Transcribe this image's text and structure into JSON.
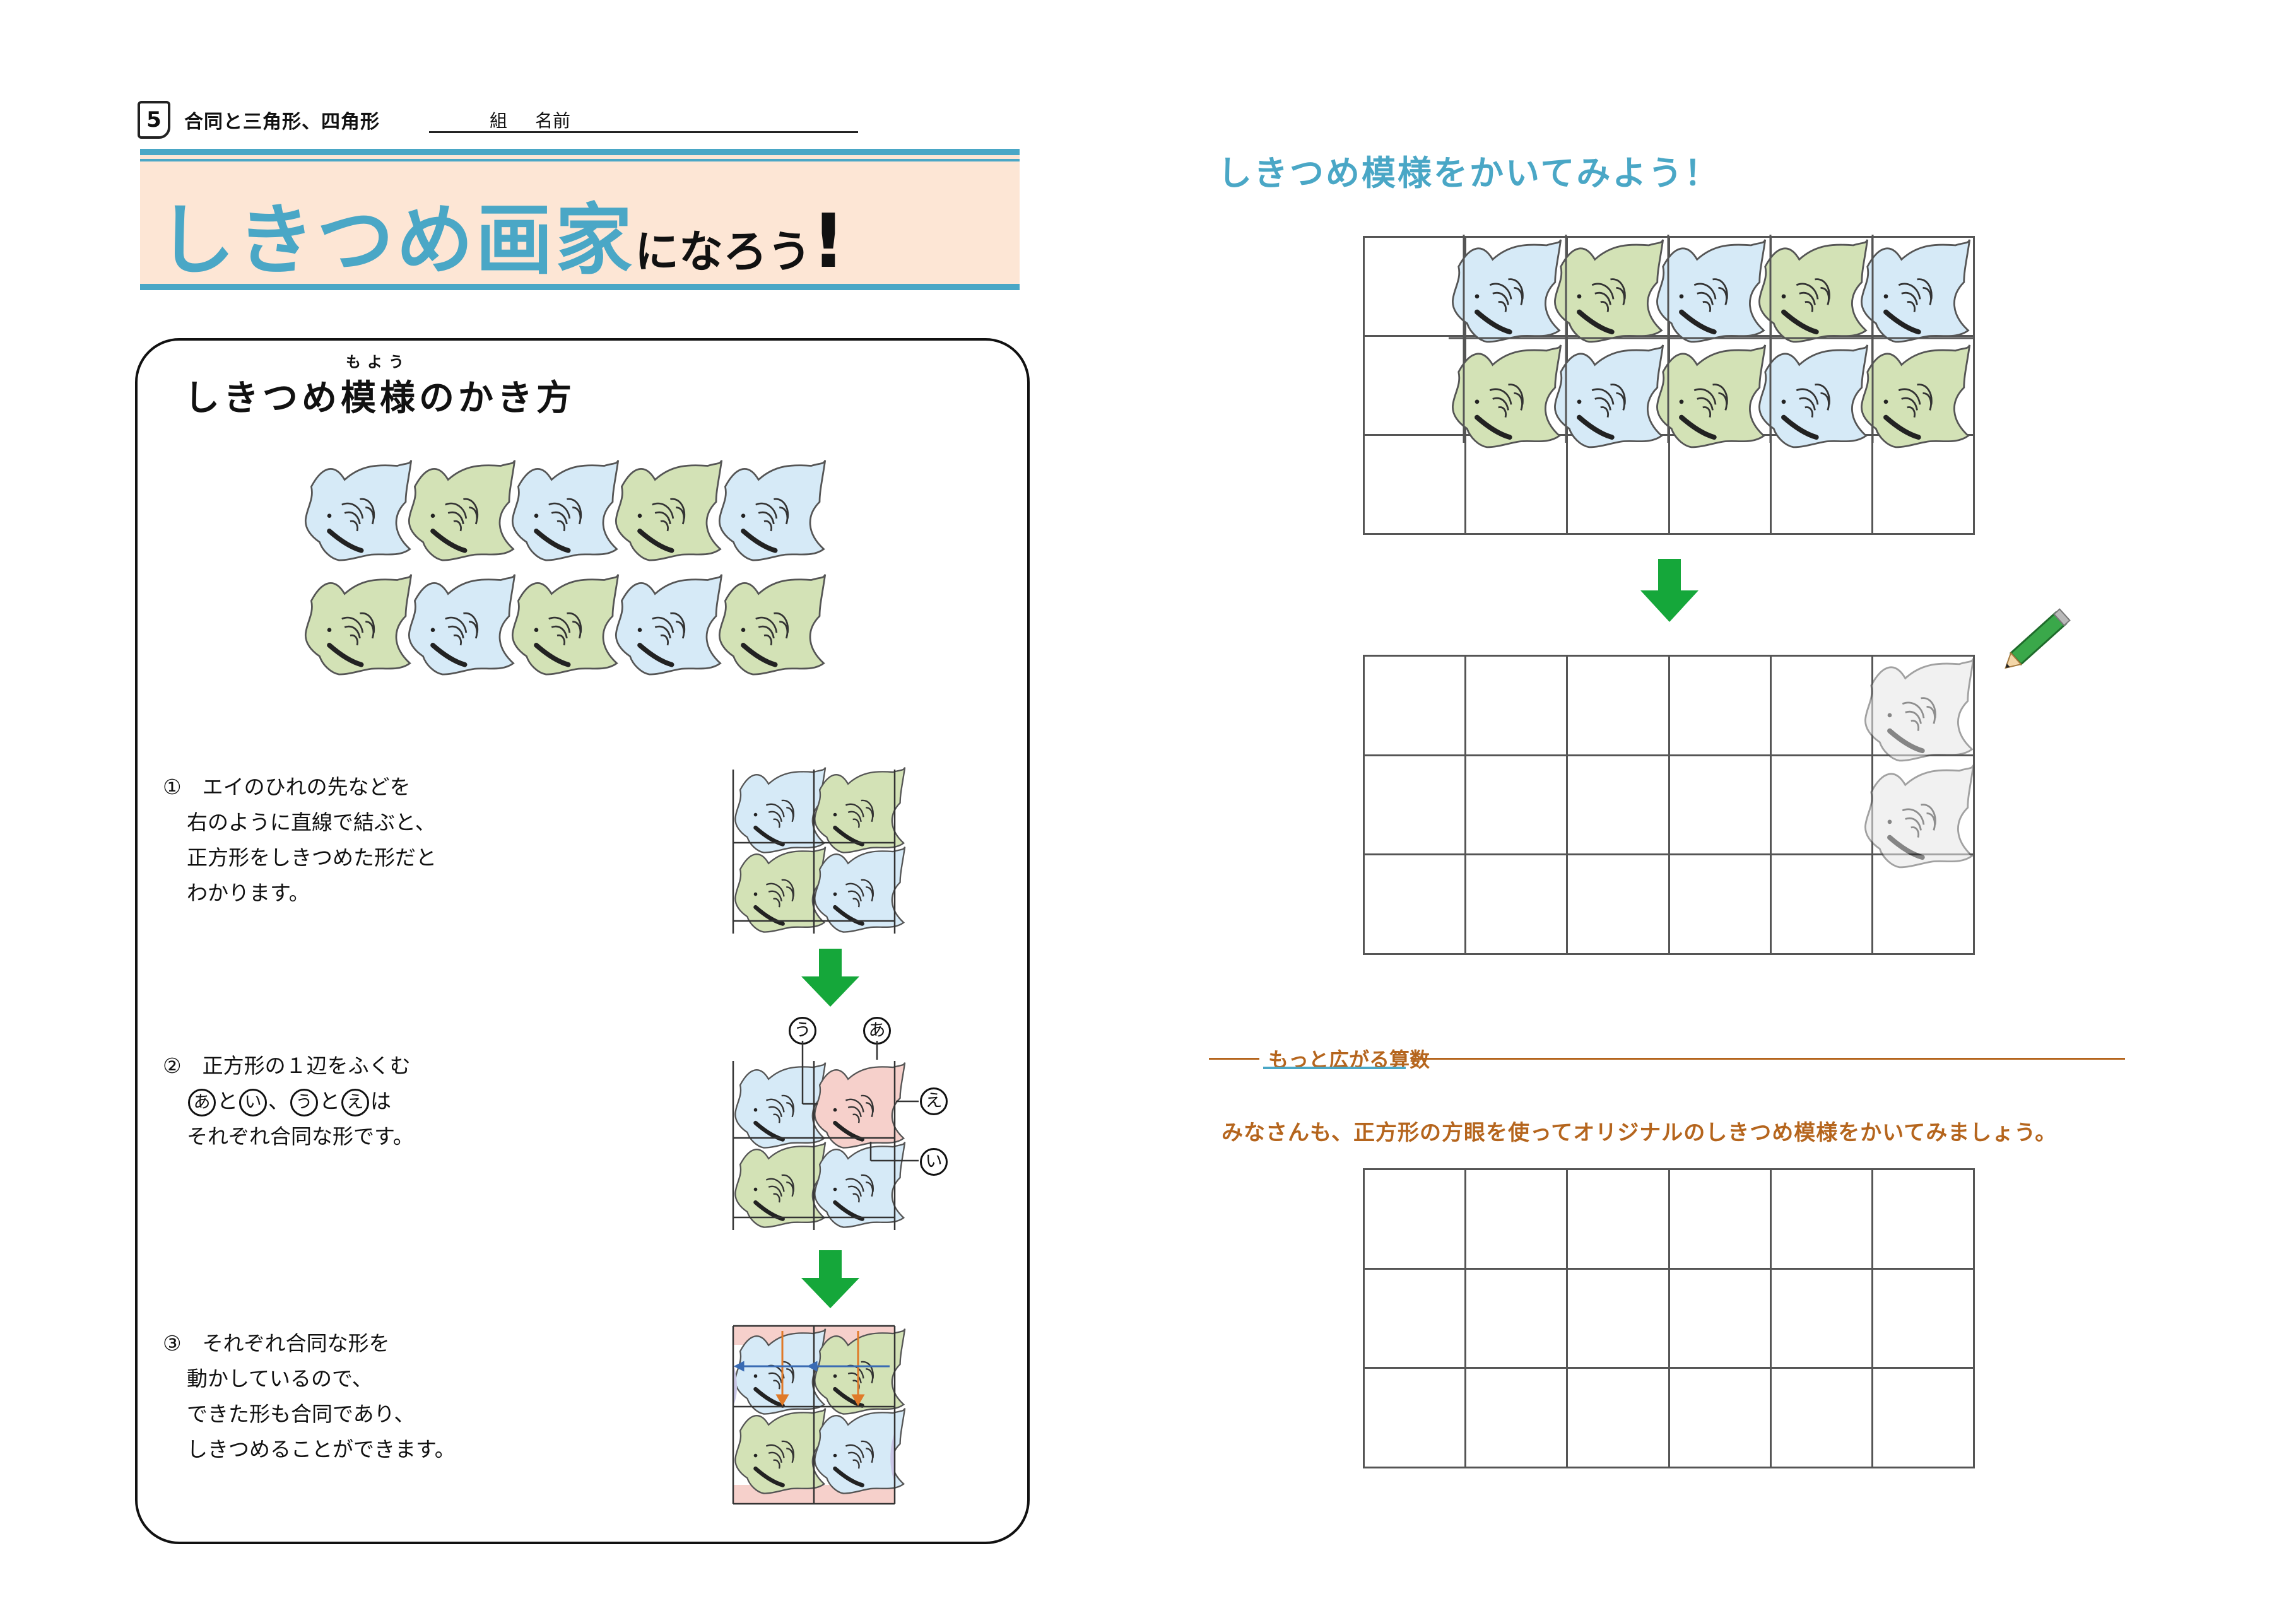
{
  "header": {
    "unit_number": "5",
    "unit_title": "合同と三角形、四角形",
    "class_label": "組",
    "name_label": "名前"
  },
  "banner": {
    "title_main": "しきつめ画家",
    "title_sub": "になろう",
    "title_excl": "!"
  },
  "how_to": {
    "title": "しきつめ模様のかき方",
    "ruby": "もよう",
    "step1": {
      "lines": [
        "①　エイのひれの先などを",
        "右のように直線で結ぶと、",
        "正方形をしきつめた形だと",
        "わかります。"
      ]
    },
    "step2": {
      "line1": "②　正方形の１辺をふくむ",
      "marks": [
        "あ",
        "い",
        "う",
        "え"
      ],
      "joiners": [
        "と",
        "、",
        "と",
        "は"
      ],
      "line3": "それぞれ合同な形です。"
    },
    "step3": {
      "lines": [
        "③　それぞれ合同な形を",
        "動かしているので、",
        "できた形も合同であり、",
        "しきつめることができます。"
      ]
    },
    "figure_labels": [
      "う",
      "あ",
      "え",
      "い"
    ]
  },
  "draw": {
    "title": "しきつめ模様をかいてみよう！"
  },
  "more": {
    "label": "もっと広がる算数",
    "text": "みなさんも、正方形の方眼を使ってオリジナルのしきつめ模様をかいてみましょう。"
  },
  "colors": {
    "accent_blue": "#4aa7c6",
    "banner_bg": "#fde6d5",
    "tile_blue": "#d6eaf7",
    "tile_green": "#d3e2b6",
    "arrow_green": "#15a73a",
    "more_brown": "#b5651d",
    "tile_pink": "#f6d0cb",
    "tile_purple": "#c9c6e6"
  },
  "icons": [
    "pencil-icon",
    "down-arrow-icon",
    "manta-ray-tile"
  ]
}
